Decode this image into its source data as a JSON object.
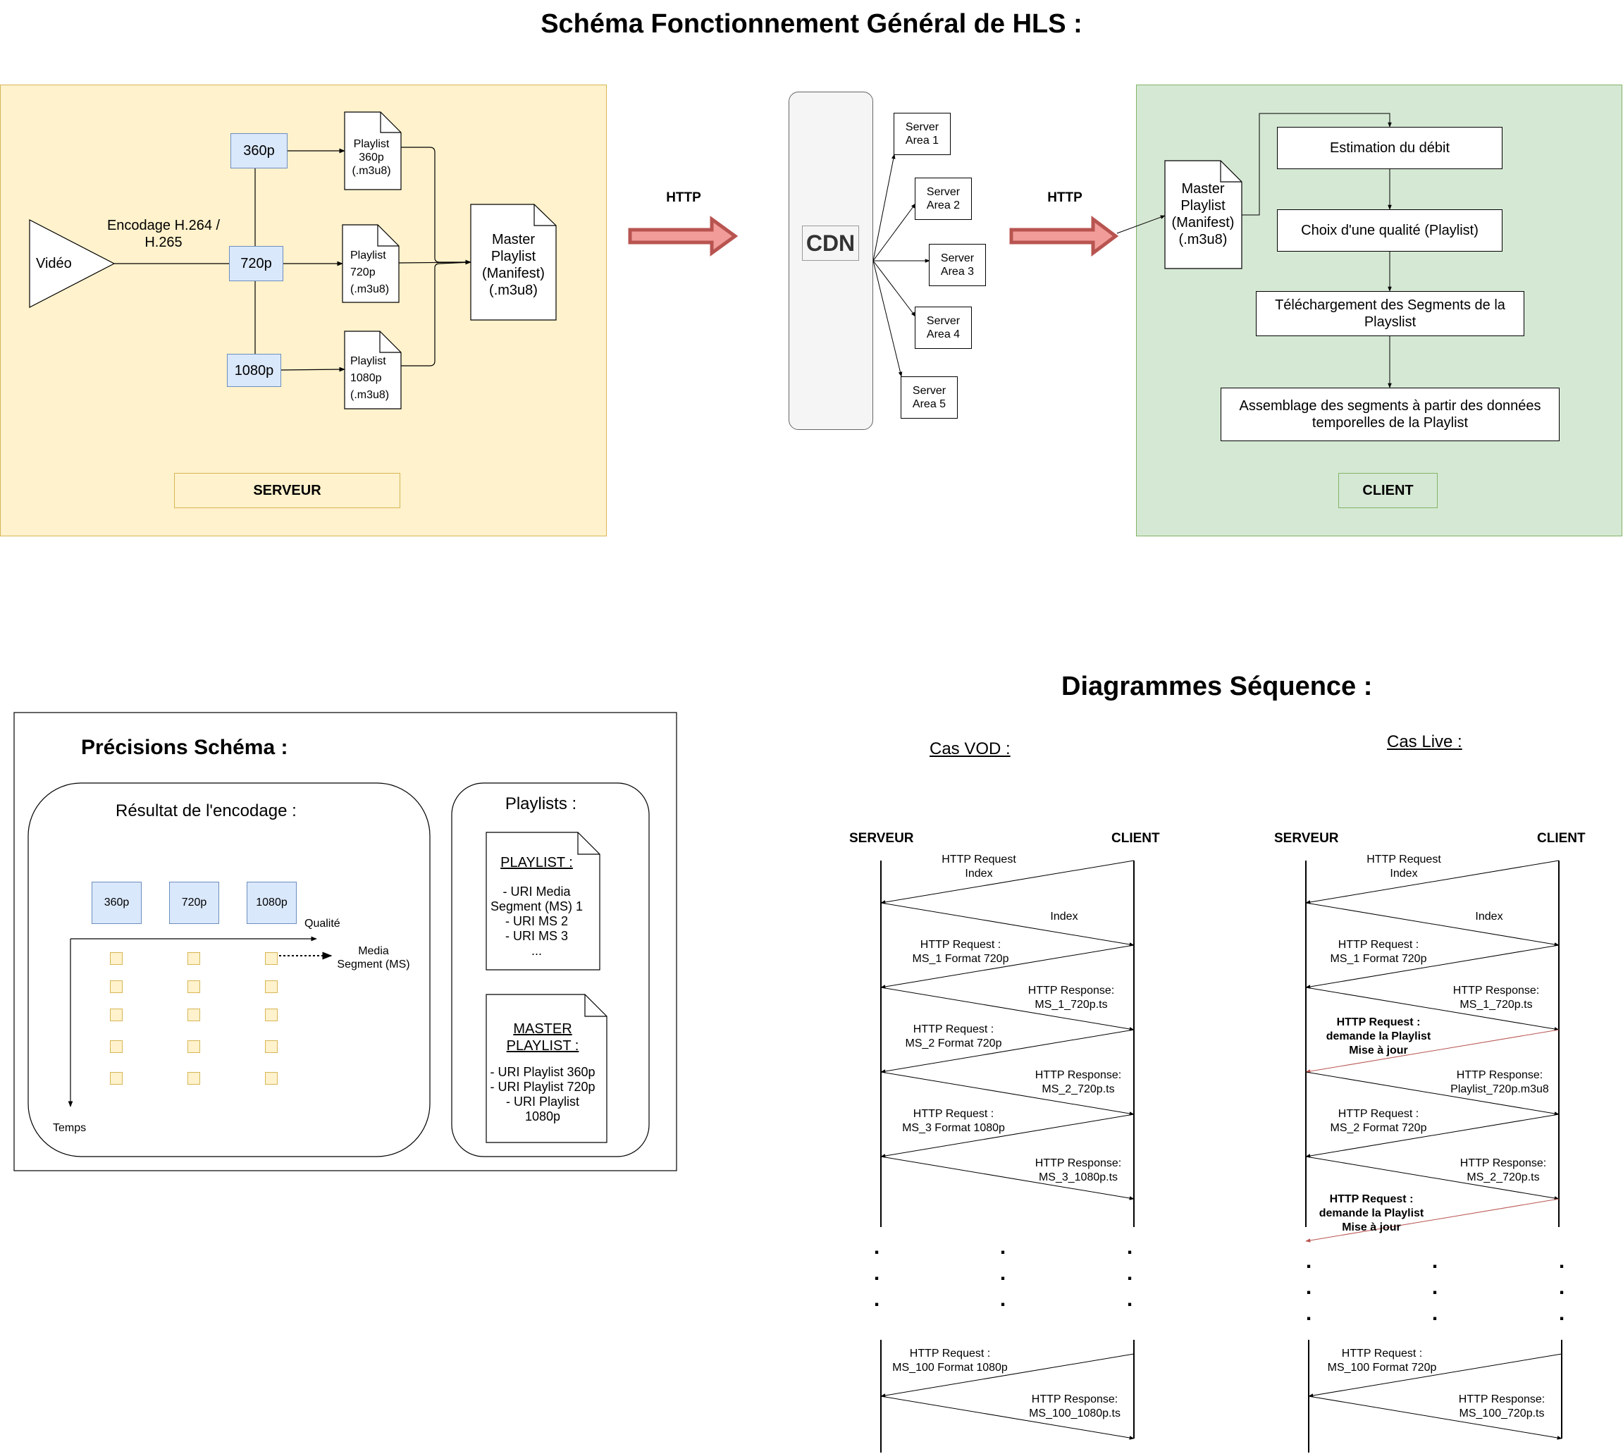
{
  "titles": {
    "main": "Schéma Fonctionnement Général de HLS :",
    "sequence": "Diagrammes Séquence :",
    "vod": "Cas VOD :",
    "live": "Cas Live :"
  },
  "server_panel": {
    "video": "Vidéo",
    "encoding": "Encodage H.264 /\nH.265",
    "q360": "360p",
    "q720": "720p",
    "q1080": "1080p",
    "pl360": "Playlist\n360p\n(.m3u8)",
    "pl720": "Playlist\n720p\n(.m3u8)",
    "pl1080": "Playlist\n1080p\n(.m3u8)",
    "master": "Master\nPlaylist\n(Manifest)\n(.m3u8)",
    "label": "SERVEUR"
  },
  "http1": "HTTP",
  "http2": "HTTP",
  "cdn": {
    "label": "CDN",
    "areas": [
      "Server\nArea 1",
      "Server\nArea 2",
      "Server\nArea 3",
      "Server\nArea 4",
      "Server\nArea 5"
    ]
  },
  "client_panel": {
    "master": "Master\nPlaylist\n(Manifest)\n(.m3u8)",
    "step1": "Estimation du débit",
    "step2": "Choix d'une qualité (Playlist)",
    "step3": "Téléchargement des Segments de la\nPlayslist",
    "step4": "Assemblage des segments à partir des données\ntemporelles de la Playlist",
    "label": "CLIENT"
  },
  "precisions": {
    "title": "Précisions Schéma :",
    "encoding_title": "Résultat de l'encodage :",
    "q360": "360p",
    "q720": "720p",
    "q1080": "1080p",
    "quality_axis": "Qualité",
    "time_axis": "Temps",
    "media_segment": "Media\nSegment (MS)",
    "playlists_title": "Playlists :",
    "playlist_doc_title": "PLAYLIST :",
    "playlist_doc_body": "- URI Media\nSegment (MS) 1\n- URI MS 2\n- URI MS 3\n...",
    "master_doc_title": "MASTER\nPLAYLIST :",
    "master_doc_body": "- URI Playlist 360p\n- URI Playlist 720p\n- URI Playlist\n1080p"
  },
  "vod_seq": {
    "server": "SERVEUR",
    "client": "CLIENT",
    "messages": [
      "HTTP Request\nIndex",
      "Index",
      "HTTP Request :\nMS_1 Format 720p",
      "HTTP Response:\nMS_1_720p.ts",
      "HTTP Request :\nMS_2 Format 720p",
      "HTTP Response:\nMS_2_720p.ts",
      "HTTP Request :\nMS_3 Format 1080p",
      "HTTP Response:\nMS_3_1080p.ts"
    ],
    "final_messages": [
      "HTTP Request :\nMS_100 Format 1080p",
      "HTTP Response:\nMS_100_1080p.ts"
    ]
  },
  "live_seq": {
    "server": "SERVEUR",
    "client": "CLIENT",
    "messages": [
      "HTTP Request\nIndex",
      "Index",
      "HTTP Request :\nMS_1 Format 720p",
      "HTTP Response:\nMS_1_720p.ts",
      "HTTP Request :\ndemande la Playlist\nMise à jour",
      "HTTP Response:\nPlaylist_720p.m3u8",
      "HTTP Request :\nMS_2 Format 720p",
      "HTTP Response:\nMS_2_720p.ts",
      "HTTP Request :\ndemande la Playlist\nMise à jour"
    ],
    "final_messages": [
      "HTTP Request :\nMS_100 Format 720p",
      "HTTP Response:\nMS_100_720p.ts"
    ]
  },
  "ellipsis": ".\n.\n.",
  "colors": {
    "server_bg": "#fff2cc",
    "server_border": "#d6b656",
    "client_bg": "#d5e8d4",
    "client_border": "#82b366",
    "quality_bg": "#dae8fc",
    "quality_border": "#6c8ebf",
    "arrow_red": "#b85450",
    "arrow_fill": "#f19c99",
    "cdn_bg": "#f5f5f5"
  }
}
